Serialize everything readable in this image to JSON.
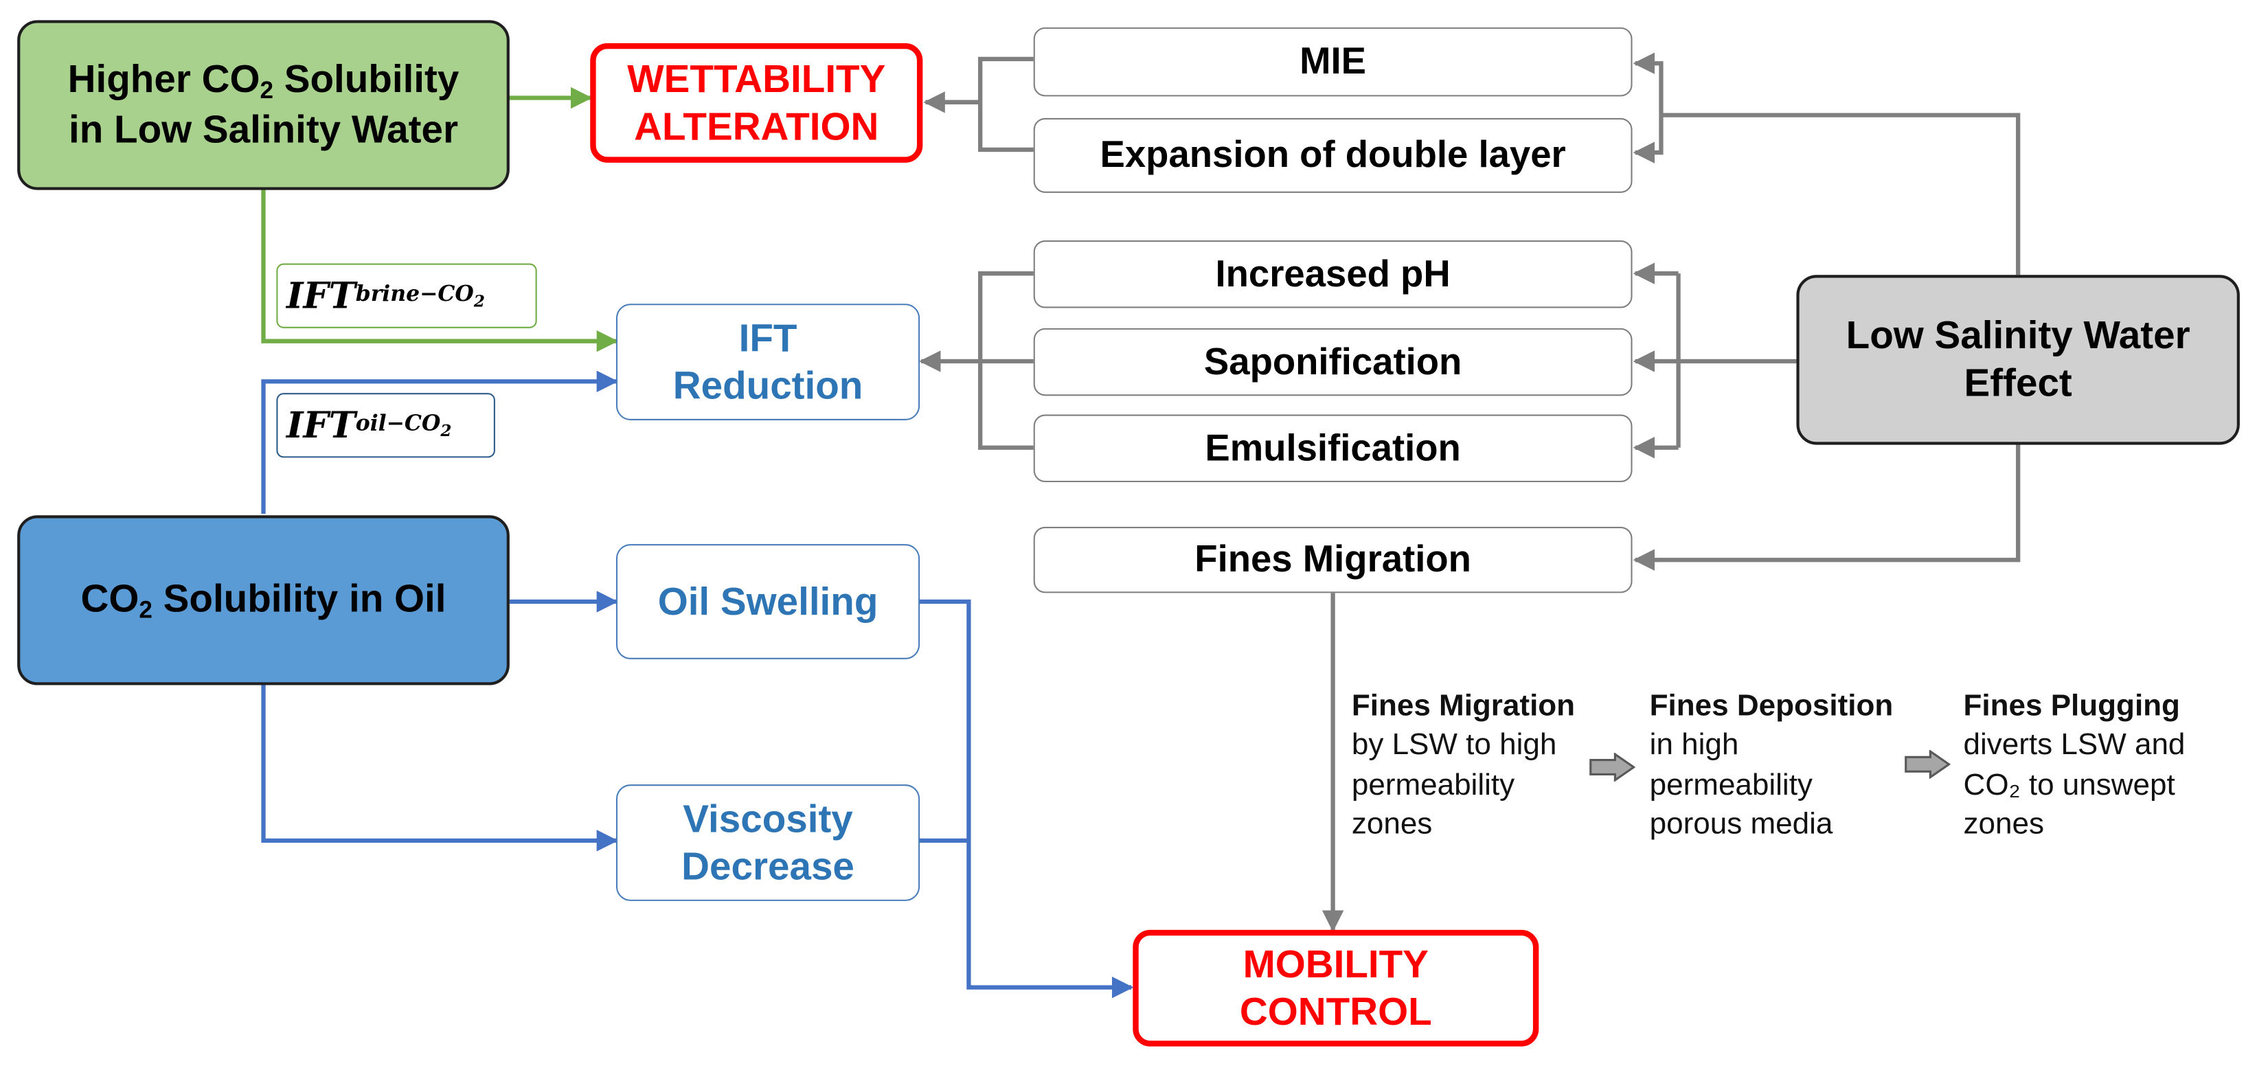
{
  "sources": {
    "green": {
      "line1_prefix": "Higher CO",
      "line1_sub": "2",
      "line1_suffix": " Solubility",
      "line2": "in Low Salinity Water"
    },
    "blue": {
      "prefix": "CO",
      "sub": "2",
      "suffix": " Solubility in Oil"
    },
    "grey": {
      "line1": "Low Salinity Water",
      "line2": "Effect"
    }
  },
  "outcomes": {
    "wettability": {
      "line1": "WETTABILITY",
      "line2": "ALTERATION"
    },
    "mobility": {
      "line1": "MOBILITY",
      "line2": "CONTROL"
    }
  },
  "effects": {
    "ift_reduction": {
      "line1": "IFT",
      "line2": "Reduction"
    },
    "oil_swelling": "Oil Swelling",
    "viscosity": {
      "line1": "Viscosity",
      "line2": "Decrease"
    }
  },
  "mechanisms": {
    "mie": "MIE",
    "double_layer": "Expansion of double layer",
    "ph": "Increased pH",
    "saponification": "Saponification",
    "emulsification": "Emulsification",
    "fines": "Fines Migration"
  },
  "ift_labels": {
    "brine": {
      "main": "IFT",
      "sub": "brine−CO",
      "subsub": "2"
    },
    "oil": {
      "main": "IFT",
      "sub": "oil−CO",
      "subsub": "2"
    }
  },
  "fines_sequence": [
    {
      "title": "Fines Migration",
      "lines": [
        "by LSW to high",
        "permeability",
        "zones"
      ]
    },
    {
      "title": "Fines Deposition",
      "lines": [
        "in high",
        "permeability",
        "porous media"
      ]
    },
    {
      "title": "Fines Plugging",
      "lines": [
        "diverts LSW and",
        "CO₂ to unswept",
        "zones"
      ]
    }
  ],
  "colors": {
    "green": "#70ad47",
    "blue": "#4472c4",
    "grey": "#7f7f7f",
    "red": "#ff0000"
  }
}
